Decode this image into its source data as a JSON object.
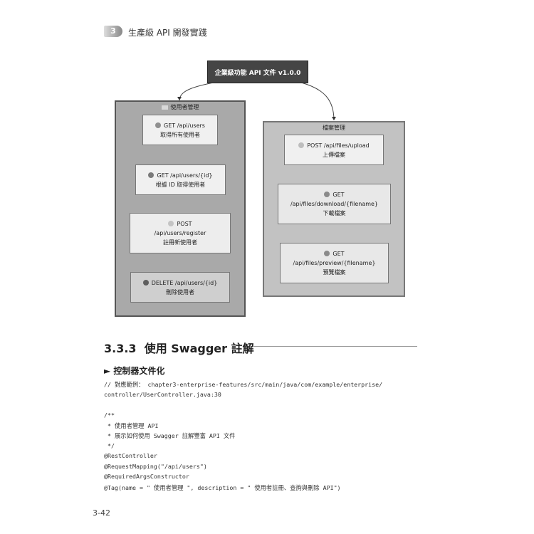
{
  "header": {
    "chapter_number": "3",
    "chapter_title": "生產級 API 開發實踐"
  },
  "diagram": {
    "root": "企業級功能 API 文件 v1.0.0",
    "groups": [
      {
        "title": "使用者管理",
        "nodes": [
          {
            "line1": "GET /api/users",
            "line2": "取得所有使用者",
            "dot_color": "#8f8f8f"
          },
          {
            "line1": "GET /api/users/{id}",
            "line2": "根據 ID 取得使用者",
            "dot_color": "#7a7a7a"
          },
          {
            "line1": "POST",
            "line1b": "/api/users/register",
            "line2": "註冊新使用者",
            "dot_color": "#c4c4c4"
          },
          {
            "line1": "DELETE /api/users/{id}",
            "line2": "刪除使用者",
            "dot_color": "#5e5e5e"
          }
        ]
      },
      {
        "title": "檔案管理",
        "nodes": [
          {
            "line1": "POST /api/files/upload",
            "line2": "上傳檔案",
            "dot_color": "#bdbdbd"
          },
          {
            "line1": "GET",
            "line1b": "/api/files/download/{filename}",
            "line2": "下載檔案",
            "dot_color": "#8a8a8a"
          },
          {
            "line1": "GET",
            "line1b": "/api/files/preview/{filename}",
            "line2": "預覽檔案",
            "dot_color": "#8a8a8a"
          }
        ]
      }
    ]
  },
  "section": {
    "heading": "3.3.3  使用 Swagger 註解",
    "subheading": "► 控制器文件化"
  },
  "code": [
    "// 對應範例： chapter3-enterprise-features/src/main/java/com/example/enterprise/",
    "controller/UserController.java:30",
    "",
    "/**",
    " * 使用者管理 API",
    " * 展示如何使用 Swagger 註解豐富 API 文件",
    " */",
    "@RestController",
    "@RequestMapping(\"/api/users\")",
    "@RequiredArgsConstructor",
    "@Tag(name = \" 使用者管理 \", description = \" 使用者註冊、查詢與刪除 API\")"
  ],
  "page_number": "3-42"
}
